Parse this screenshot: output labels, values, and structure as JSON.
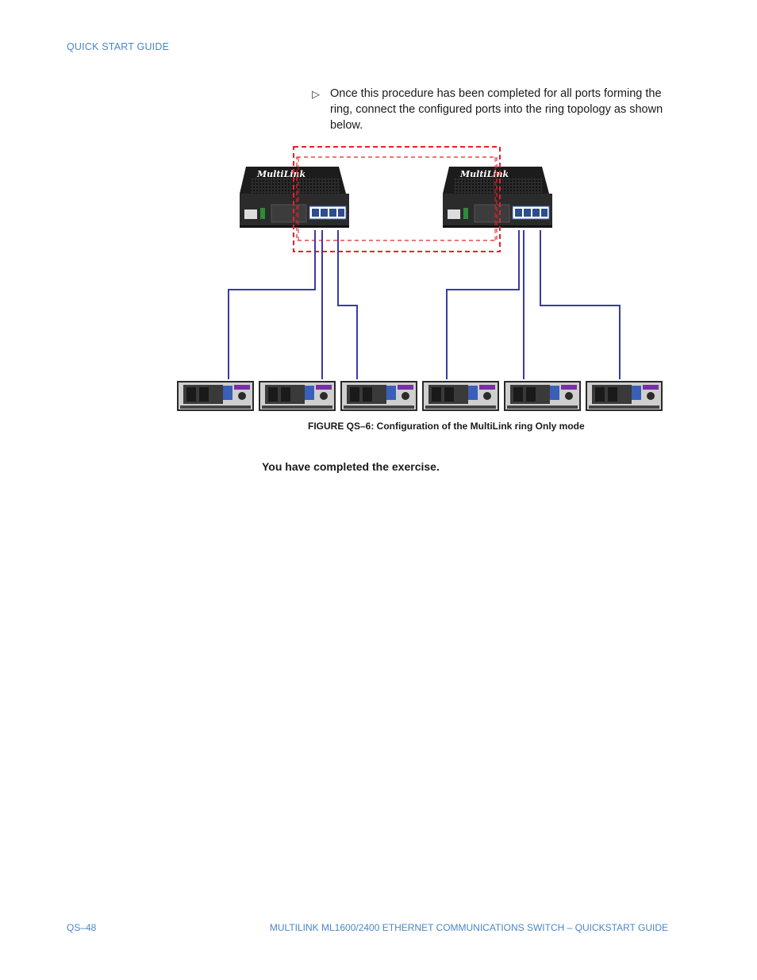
{
  "header": {
    "section": "QUICK START GUIDE"
  },
  "bullet": {
    "text": "Once this procedure has been completed for all ports forming the ring, connect the configured ports into the ring topology as shown below."
  },
  "figure": {
    "caption": "FIGURE QS–6: Configuration of the MultiLink ring Only mode",
    "switch_brand": "MultiLink",
    "ring_color": "#e8202a",
    "link_color": "#3a3aa8"
  },
  "body": {
    "completion": "You have completed the exercise."
  },
  "footer": {
    "page_number": "QS–48",
    "title": "MULTILINK ML1600/2400 ETHERNET COMMUNICATIONS SWITCH – QUICKSTART GUIDE"
  }
}
